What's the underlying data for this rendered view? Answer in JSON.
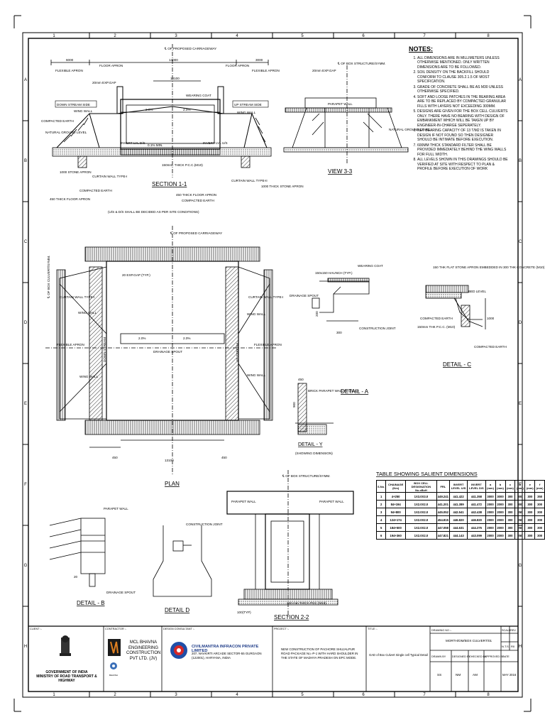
{
  "frame": {
    "col_labels": [
      "1",
      "2",
      "3",
      "4",
      "5",
      "6",
      "7",
      "8"
    ],
    "row_labels": [
      "A",
      "B",
      "C",
      "D",
      "E",
      "F",
      "G",
      "H"
    ]
  },
  "section_1_1": {
    "title": "SECTION 1-1",
    "cl_label": "℄ OF PROPOSED CARRIAGEWAY",
    "flexible_apron": "FLEXIBLE APRON",
    "floor_apron": "FLOOR APRON",
    "dim_6000": "6000",
    "dim_14000": "14000",
    "dim_3000": "3000",
    "dim_13100": "13100",
    "exp_gap": "20mm EXP.GAP",
    "down_stream": "DOWN STREAM SIDE",
    "up_stream": "UP STREAM SIDE",
    "wing_wall": "WING WALL",
    "wearing_coat": "WEARING COAT",
    "slope_2": "2.0%",
    "slope_01": "0.1% MIN.",
    "compacted_earth": "COMPACTED EARTH",
    "natural_ground": "NATURAL GROUND LEVEL",
    "invert_ds": "INVERT LVL D/S",
    "invert_us": "INVERT LVL U/S",
    "stone_apron": "1000 STONE APRON",
    "curtain_wall_1": "CURTAIN WALL TYPE-I",
    "curtain_wall_2": "CURTAIN WALL TYPE-II",
    "pcc": "150mm. THICK P.C.C.(M10)",
    "floor_apron_thick": "450 THICK FLOOR APRON",
    "thick_stone_apron": "1000 THICK STONE APRON",
    "footnote": "(U/S & D/S SHALL BE DECIDED AS PER SITE CONDITIONS)"
  },
  "view_3_3": {
    "title": "VIEW 3-3",
    "cl_label": "℄ OF BOX STRUCTURE/SYMM.",
    "exp_gap": "20mm EXP.GAP",
    "parapet": "PARAPET WALL",
    "natural_ground": "NATURAL GROUND LEVEL"
  },
  "notes": {
    "title": "NOTES:",
    "items": [
      "ALL DIMENSIONS ARE IN MILLIMETERS UNLESS OTHERWISE MENTIONED. ONLY WRITTEN DIMENSIONS ARE TO BE FOLLOWED.",
      "SOIL DENSITY ON THE BACKFILL SHOULD CONFORM TO CLAUSE 305.2.1.5 OF MOST SPECIFICATION.",
      "GRADE OF CONCRETE SHALL BE AS M30 UNLESS OTHERWISE SPECIFIED.",
      "SOFT AND LOOSE PATCHES IN THE BEARING AREA ARE TO BE REPLACED BY COMPACTED GRANULAR FILLS WITH LAYERS NOT EXCEEDING 300mm.",
      "DESIGNS ARE GIVEN FOR THE BOX CELL CULVERTS ONLY. THERE HAVE NO BEARING WITH DESIGN OF EMBANKMENT WHICH WILL BE TAKEN UP BY ENGINEER-IN-CHARGE SEPERATELY.",
      "NET BEARING CAPACITY OF 13 T/m2 IS TAKEN IN DESIGN IF NOT FOUND SO THEN DESIGNER SHOULD BE INTIMATE BEFORE EXECUTION.",
      "600MM THICK STANDARD FILTER SHALL BE PROVIDED IMMEDIATELY BEHIND THE WING WALLS FOR FULL WIDTH.",
      "ALL LEVELS SHOWN IN THIS DRAWINGS SHOULD BE VERIFIED AT SITE WITH RESPECT TO PLAN & PROFILE BEFORE EXECUTION OF WORK"
    ]
  },
  "plan": {
    "title": "PLAN",
    "cl_label": "℄ OF PROPOSED CARRIAGEWAY",
    "box_cl": "℄ OF BOX CULVERT/SYMM.",
    "exp_gap": "20 EXP.GAP (TYP.)",
    "curtain_wall": "CURTAIN WALL TYPE-I",
    "wing_wall": "WING WALL",
    "flexible_apron": "FLEXIBLE APRON",
    "drainage_spout": "DRAINAGE SPOUT",
    "slope": "2.0%",
    "down_stream": "DOWN STREAM",
    "up_stream": "UP STREAM",
    "dim_450": "450",
    "dim_13100": "13100"
  },
  "detail_a": {
    "title": "DETAIL - A",
    "haunch": "150x150 HAUNCH (TYP.)",
    "wearing_coat": "WEARING COAT",
    "drainage_spout": "DRAINAGE SPOUT",
    "construction_joint": "CONSTRUCTION JOINT",
    "dim_300": "300",
    "dim_200": "200",
    "brick_parapet": "BRICK PARAPET WALL IN CM 1:3",
    "dim_450": "450",
    "dim_900": "900"
  },
  "detail_c": {
    "title": "DETAIL - C",
    "stone_apron": "150 THK FLAT STONE APRON EMBEDDED IN 300 THK CONCRETE (M10)",
    "bed_level": "BED LEVEL",
    "compacted_earth": "COMPACTED EARTH",
    "pcc": "150mm THK P.C.C. (M10)",
    "dim_1000": "1000"
  },
  "detail_y": {
    "title": "DETAIL - Y",
    "subtitle": "(SHOWING DIMENSION)"
  },
  "salient_table": {
    "title": "TABLE SHOWING SALIENT DIMENSIONS",
    "headers": [
      "S.No.",
      "CHAINAGE (Km)",
      "BOX CELL DESIGNATION No.xBxH",
      "FRL",
      "INVERT LEVEL U/S",
      "INVERT LEVEL D/S",
      "a (mm)",
      "b (mm)",
      "c (mm)",
      "d (mm)",
      "e (mm)",
      "f (mm)"
    ],
    "rows": [
      [
        "1",
        "4+250",
        "1X3.0X3.0",
        "449.241",
        "441.422",
        "441.358",
        "3000",
        "3000",
        "300",
        "300",
        "300",
        "350"
      ],
      [
        "2",
        "84+194",
        "1X2.0X2.0",
        "441.201",
        "441.389",
        "441.472",
        "2000",
        "2000",
        "300",
        "300",
        "300",
        "300"
      ],
      [
        "3",
        "94+800",
        "1X2.0X2.0",
        "445.052",
        "442.541",
        "442.438",
        "2000",
        "2000",
        "300",
        "250",
        "300",
        "300"
      ],
      [
        "4",
        "124+174",
        "1X2.0X2.0",
        "454.815",
        "446.820",
        "446.820",
        "2000",
        "2000",
        "300",
        "250",
        "300",
        "300"
      ],
      [
        "5",
        "184+500",
        "1X2.0X2.0",
        "447.058",
        "444.631",
        "444.376",
        "2000",
        "2000",
        "300",
        "250",
        "300",
        "300"
      ],
      [
        "6",
        "194+360",
        "1X2.0X2.0",
        "447.821",
        "444.143",
        "443.099",
        "2000",
        "2000",
        "300",
        "250",
        "300",
        "300"
      ]
    ]
  },
  "detail_b": {
    "title": "DETAIL - B",
    "parapet": "PARAPET WALL",
    "drainage_spout": "DRAINAGE SPOUT",
    "dim_20": "20"
  },
  "detail_d": {
    "title": "DETAIL D",
    "construction_joint": "CONSTRUCTION JOINT"
  },
  "section_2_2": {
    "title": "SECTION 2-2",
    "cl_label": "℄ OF BOX STRUCTURE/SYMM.",
    "parapet_left": "PARAPET WALL",
    "parapet_right": "PARAPET WALL",
    "pcc": "150 mm THICK PCC (M10)",
    "dim_100": "100(TYP)"
  },
  "title_block": {
    "client_label": "CLIENT :-",
    "client_name": "GOVERNMENT OF INDIA\nMINISTRY OF ROAD TRANSPORT & HIGHWAY",
    "contractor_label": "CONTRACTOR :-",
    "contractor_name": "MCL BHAVNA ENGINEERING CONSTRUCTION PVT LTD. (JV)",
    "consultant_label": "DESIGN CONSULTANT :-",
    "consultant_name": "CIVILMANTRA INFRACON PRIVATE LIMITED",
    "consultant_address": "207, NAVKIRTI ARCADE SECTOR-55 GURGAON (122001), HARYANA, INDIA",
    "project_label": "PROJECT :-",
    "project_name": "NEW CONSTRUCTION OF PACHORE SHUJALPUR ROAD PACKAGE No.-P-1 WITH HARD SHOULDER IN THE STATE OF MADHYA PRADESH ON EPC MODE.",
    "title_label": "TITLE :-",
    "drawing_title": "GAD of Box Culvert Single cell Typical Detail",
    "drawing_no_label": "DRAWING NO :-",
    "drawing_no": "MORTH/OM/BOX CULVERT/01",
    "scale_label": "SCALE",
    "scale_value": "N.T.S",
    "rev_label": "REV.",
    "rev_value": "R0",
    "drawn_by_label": "DRAWN BY",
    "designed_by_label": "DESIGNED BY",
    "checked_by_label": "CHECKED BY",
    "approved_by_label": "APPROVED BY",
    "date_label": "DATE",
    "drawn_by": "SS",
    "designed_by": "NM",
    "checked_by": "AM",
    "approved_by": "",
    "date": "MAY 2016"
  }
}
